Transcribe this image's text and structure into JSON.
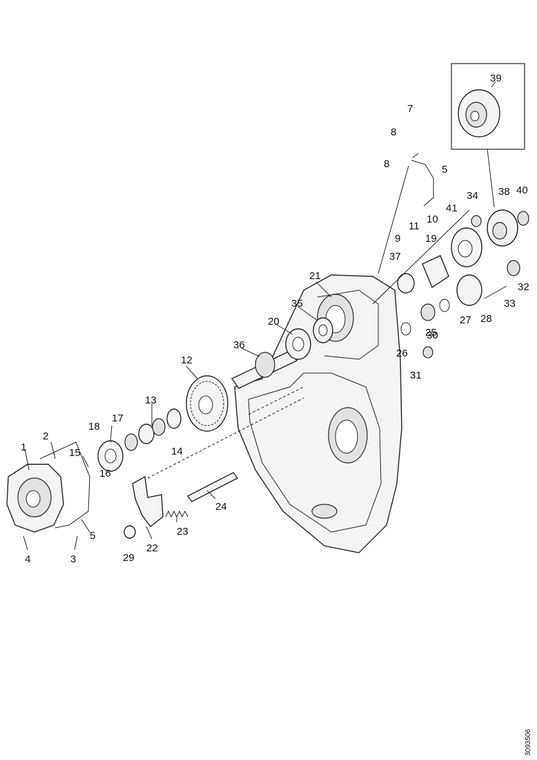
{
  "diagram": {
    "reference_code": "3093506",
    "callouts": [
      {
        "id": "c1",
        "text": "1"
      },
      {
        "id": "c2",
        "text": "2"
      },
      {
        "id": "c3",
        "text": "3"
      },
      {
        "id": "c4",
        "text": "4"
      },
      {
        "id": "c5",
        "text": "5"
      },
      {
        "id": "c5b",
        "text": "5"
      },
      {
        "id": "c7",
        "text": "7"
      },
      {
        "id": "c8a",
        "text": "8"
      },
      {
        "id": "c8b",
        "text": "8"
      },
      {
        "id": "c9",
        "text": "9"
      },
      {
        "id": "c10",
        "text": "10"
      },
      {
        "id": "c11",
        "text": "11"
      },
      {
        "id": "c12",
        "text": "12"
      },
      {
        "id": "c13",
        "text": "13"
      },
      {
        "id": "c14",
        "text": "14"
      },
      {
        "id": "c15",
        "text": "15"
      },
      {
        "id": "c16",
        "text": "16"
      },
      {
        "id": "c17",
        "text": "17"
      },
      {
        "id": "c18",
        "text": "18"
      },
      {
        "id": "c19",
        "text": "19"
      },
      {
        "id": "c20",
        "text": "20"
      },
      {
        "id": "c21",
        "text": "21"
      },
      {
        "id": "c22",
        "text": "22"
      },
      {
        "id": "c23",
        "text": "23"
      },
      {
        "id": "c24",
        "text": "24"
      },
      {
        "id": "c25",
        "text": "25"
      },
      {
        "id": "c26",
        "text": "26"
      },
      {
        "id": "c27",
        "text": "27"
      },
      {
        "id": "c28",
        "text": "28"
      },
      {
        "id": "c29",
        "text": "29"
      },
      {
        "id": "c30",
        "text": "30"
      },
      {
        "id": "c31",
        "text": "31"
      },
      {
        "id": "c32",
        "text": "32"
      },
      {
        "id": "c33",
        "text": "33"
      },
      {
        "id": "c34",
        "text": "34"
      },
      {
        "id": "c35",
        "text": "35"
      },
      {
        "id": "c36",
        "text": "36"
      },
      {
        "id": "c37",
        "text": "37"
      },
      {
        "id": "c38",
        "text": "38"
      },
      {
        "id": "c39",
        "text": "39"
      },
      {
        "id": "c40",
        "text": "40"
      },
      {
        "id": "c41",
        "text": "41"
      }
    ]
  }
}
